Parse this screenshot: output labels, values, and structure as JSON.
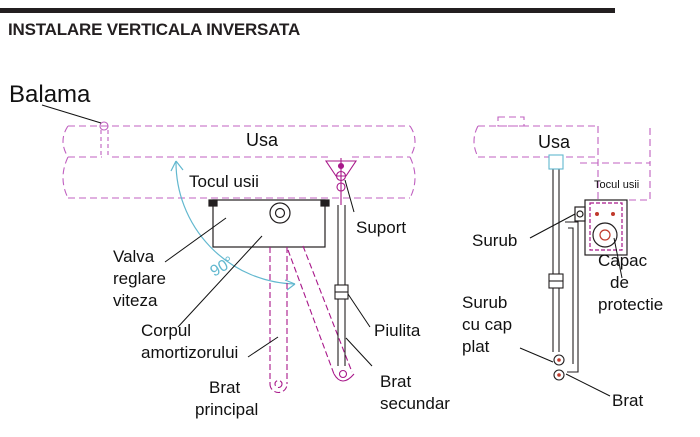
{
  "heading": "INSTALARE VERTICALA INVERSATA",
  "colors": {
    "dashed": "#c060c0",
    "angle": "#62b8cf",
    "part": "#a8188a",
    "line": "#111111",
    "bar": "#231f20",
    "bolt": "#c0392b"
  },
  "left_view": {
    "balama": "Balama",
    "usa": "Usa",
    "tocul_usii": "Tocul usii",
    "suport": "Suport",
    "valva": [
      "Valva",
      "reglare",
      "viteza"
    ],
    "angle": "90°",
    "corpul": [
      "Corpul",
      "amortizorului"
    ],
    "piulita": "Piulita",
    "brat_principal": [
      "Brat",
      "principal"
    ],
    "brat_secundar": [
      "Brat",
      "secundar"
    ]
  },
  "right_view": {
    "usa": "Usa",
    "tocul_usii": "Tocul usii",
    "surub": "Surub",
    "capac": [
      "Capac",
      "de",
      "protectie"
    ],
    "surub_cap_plat": [
      "Surub",
      "cu cap",
      "plat"
    ],
    "brat": "Brat"
  }
}
